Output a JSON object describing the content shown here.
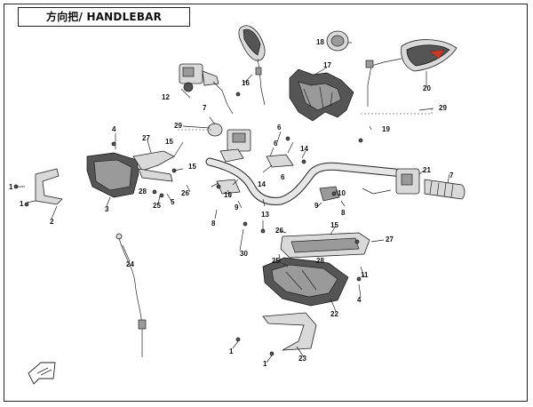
{
  "title": "方向把/ HANDLEBAR",
  "callouts": [
    "1",
    "1",
    "2",
    "3",
    "4",
    "5",
    "6",
    "6",
    "6",
    "7",
    "7",
    "8",
    "8",
    "9",
    "9",
    "10",
    "10",
    "11",
    "12",
    "13",
    "14",
    "14",
    "15",
    "15",
    "15",
    "16",
    "17",
    "18",
    "19",
    "20",
    "21",
    "22",
    "23",
    "24",
    "25",
    "25",
    "26",
    "26",
    "27",
    "27",
    "28",
    "28",
    "29",
    "29",
    "30",
    "1",
    "1",
    "4"
  ]
}
